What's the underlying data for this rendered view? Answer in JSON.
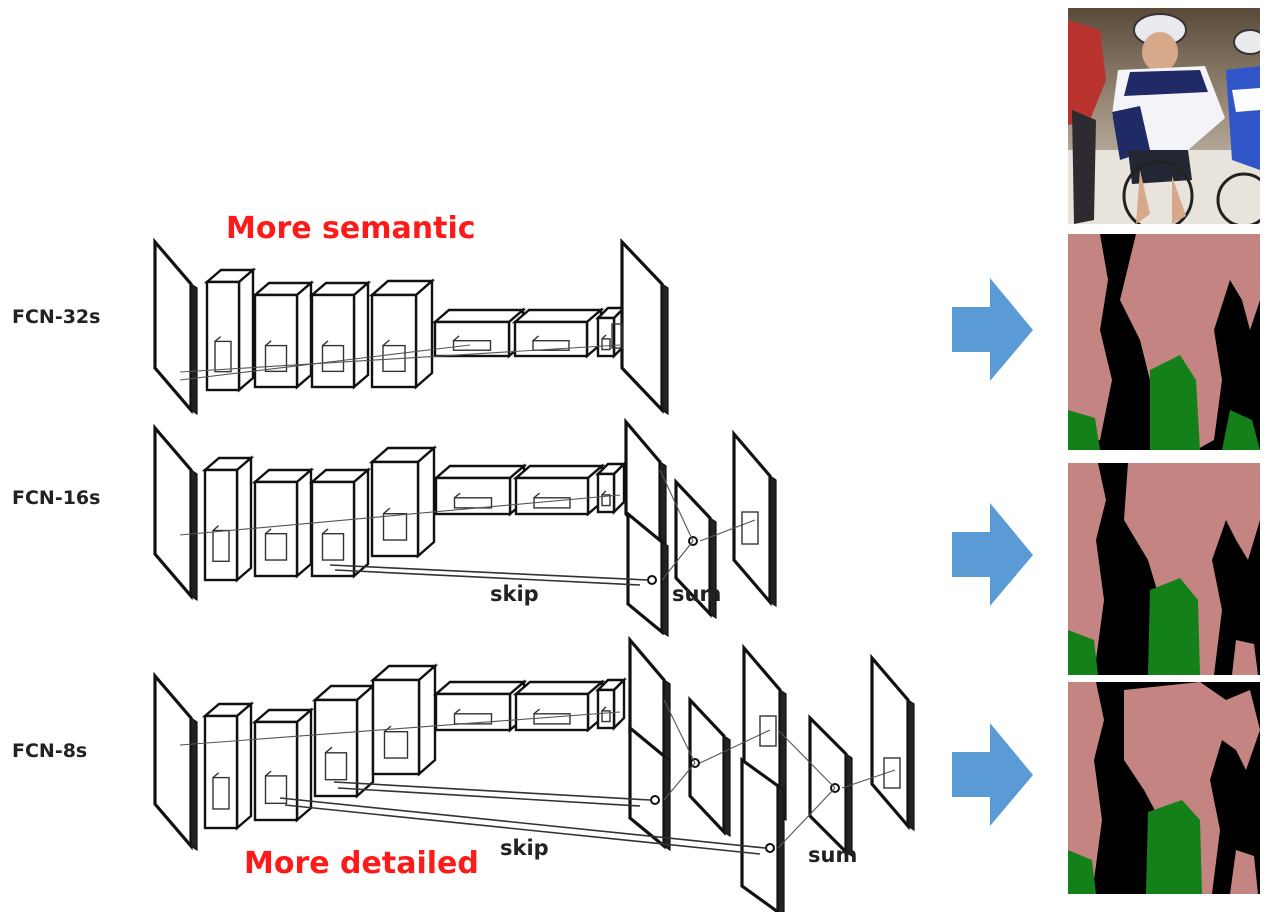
{
  "annotations": {
    "top": "More semantic",
    "bottom": "More detailed",
    "color": "#ff1a1a"
  },
  "rows": [
    {
      "label": "FCN-32s",
      "ops": []
    },
    {
      "label": "FCN-16s",
      "ops": [
        "skip",
        "sum"
      ]
    },
    {
      "label": "FCN-8s",
      "ops": [
        "skip",
        "sum"
      ]
    }
  ],
  "colors": {
    "arrow": "#5b9bd5",
    "person_class": "#c48582",
    "bicycle_class": "#14801a",
    "background_class": "#000000"
  },
  "icons": {
    "arrow": "right-arrow-icon"
  }
}
